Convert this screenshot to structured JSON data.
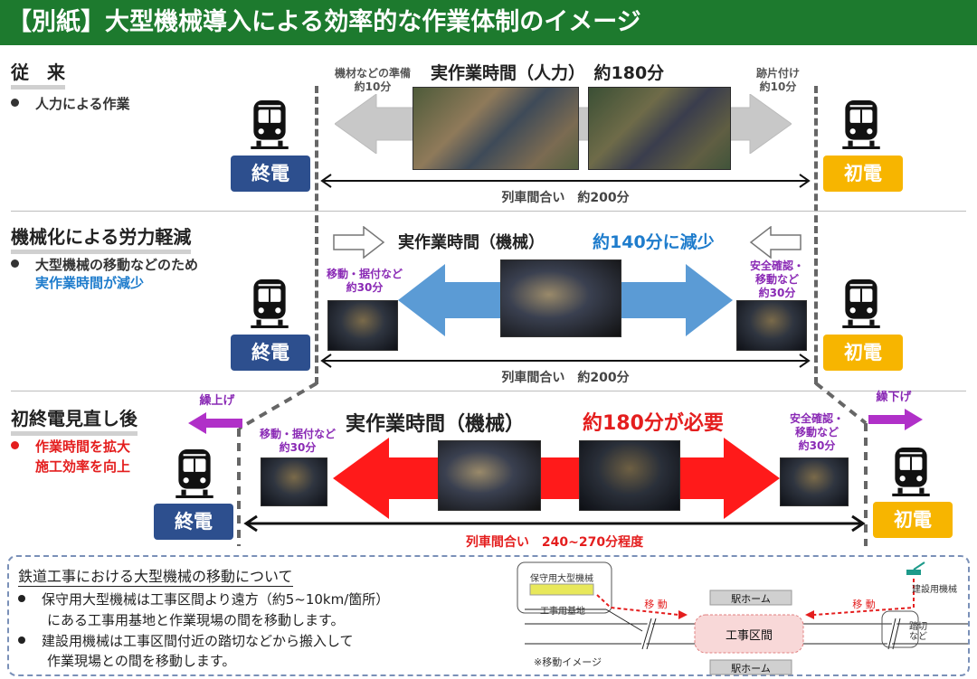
{
  "title": "【別紙】大型機械導入による効率的な作業体制のイメージ",
  "terms": {
    "end": "終電",
    "first": "初電"
  },
  "sec1": {
    "title": "従　来",
    "bullet": "人力による作業",
    "main_label": "実作業時間（人力）　約180分",
    "left_label": [
      "機材などの準備",
      "約10分"
    ],
    "right_label": [
      "跡片付け",
      "約10分"
    ],
    "interval": "列車間合い　約200分"
  },
  "sec2": {
    "title": "機械化による労力軽減",
    "bullet_line1": "大型機械の移動などのため",
    "bullet_line2": "実作業時間が減少",
    "main_label": "実作業時間（機械）",
    "main_highlight": "約140分に減少",
    "left_label": [
      "移動・据付など",
      "約30分"
    ],
    "right_label": [
      "安全確認・",
      "移動など",
      "約30分"
    ],
    "interval": "列車間合い　約200分"
  },
  "sec3": {
    "title": "初終電見直し後",
    "bullet_line1": "作業時間を拡大",
    "bullet_line2": "施工効率を向上",
    "main_label": "実作業時間（機械）",
    "main_highlight": "約180分が必要",
    "left_label": [
      "移動・据付など",
      "約30分"
    ],
    "right_label": [
      "安全確認・",
      "移動など",
      "約30分"
    ],
    "interval": "列車間合い　240~270分程度",
    "move_earlier": "繰上げ",
    "move_later": "繰下げ"
  },
  "note": {
    "title": "鉄道工事における大型機械の移動について",
    "line1": "保守用大型機械は工事区間より遠方（約5~10km/箇所）",
    "line2": "にある工事用基地と作業現場の間を移動します。",
    "line3": "建設用機械は工事区間付近の踏切などから搬入して",
    "line4": "作業現場との間を移動します。",
    "map": {
      "machine": "保守用大型機械",
      "base": "工事用基地",
      "move": "移 動",
      "platform": "駅ホーム",
      "section": "工事区間",
      "crossing": [
        "踏切",
        "など"
      ],
      "construction_machine": "建設用機械",
      "caption": "※移動イメージ"
    }
  },
  "colors": {
    "banner": "#1d7a2e",
    "end_badge": "#2d4f8e",
    "first_badge": "#f7b500",
    "red": "#e41e1e",
    "blue": "#1e7ccc",
    "purple": "#8a2ab5"
  }
}
